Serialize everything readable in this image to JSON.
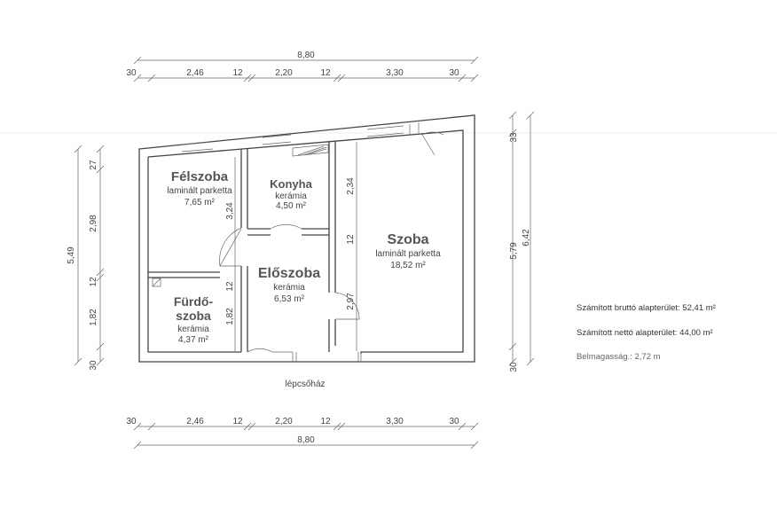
{
  "dimensions": {
    "top_total": "8,80",
    "top_segments": [
      "30",
      "2,46",
      "12",
      "2,20",
      "12",
      "3,30",
      "30"
    ],
    "bottom_total": "8,80",
    "bottom_segments": [
      "30",
      "2,46",
      "12",
      "2,20",
      "12",
      "3,30",
      "30"
    ],
    "left_total": "5,49",
    "left_segments": [
      "27",
      "2,98",
      "12",
      "1,82",
      "30"
    ],
    "right_outer": "6,42",
    "right_inner": "5,79",
    "right_top": "33",
    "right_bottom": "30",
    "internal": {
      "felszoba_h": "3,24",
      "konyha_h": "2,34",
      "wall_12_a": "12",
      "wall_12_b": "12",
      "szoba_lower": "2,97",
      "furdo_h": "1,82"
    }
  },
  "rooms": [
    {
      "id": "felszoba",
      "name": "Félszoba",
      "floor": "laminált parketta",
      "area": "7,65 m²"
    },
    {
      "id": "konyha",
      "name": "Konyha",
      "floor": "kerámia",
      "area": "4,50 m²"
    },
    {
      "id": "szoba",
      "name": "Szoba",
      "floor": "laminált parketta",
      "area": "18,52 m²"
    },
    {
      "id": "eloszoba",
      "name": "Előszoba",
      "floor": "kerámia",
      "area": "6,53 m²"
    },
    {
      "id": "furdo",
      "name_line1": "Fürdő-",
      "name_line2": "szoba",
      "floor": "kerámia",
      "area": "4,37 m²"
    }
  ],
  "stair_label": "lépcsőház",
  "summary": {
    "gross": "Számított bruttó alapterület:  52,41 m²",
    "net": "Számított nettó alapterület:  44,00 m²",
    "height": "Belmagasság.:  2,72 m"
  }
}
